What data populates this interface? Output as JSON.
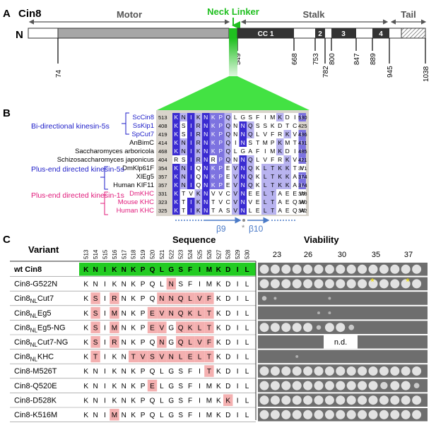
{
  "panelA": {
    "letter": "A",
    "title": "Cin8",
    "n_label": "N",
    "motor_label": "Motor",
    "neck_linker_label": "Neck Linker",
    "stalk_label": "Stalk",
    "tail_label": "Tail",
    "cc_labels": [
      "CC 1",
      "2",
      "3",
      "4"
    ],
    "positions": [
      "74",
      "549",
      "668",
      "753",
      "782",
      "800",
      "847",
      "889",
      "945",
      "1038"
    ],
    "colors": {
      "neck_linker": "#1fbf1f",
      "motor": "#a6a6a6",
      "cc": "#333333"
    }
  },
  "panelB": {
    "letter": "B",
    "groups": [
      {
        "label": "Bi-directional kinesin-5s",
        "color": "#1c1cc8"
      },
      {
        "label": "Plus-end directed kinesin-5s",
        "color": "#1c1cc8"
      },
      {
        "label": "Plus-end directed kinesin-1s",
        "color": "#e0197a"
      }
    ],
    "species": [
      {
        "name": "ScCin8",
        "start": "513",
        "seq": "KNIKNKPQLGSFIMKDIL",
        "end": "530",
        "color": "#1c1cc8"
      },
      {
        "name": "SsKip1",
        "start": "408",
        "seq": "KSIRNKPQNNQSSKDTC",
        "end": "425",
        "color": "#1c1cc8"
      },
      {
        "name": "SpCut7",
        "start": "419",
        "seq": "KSIRNKPQNNQLVFRKVL",
        "end": "436",
        "color": "#1c1cc8"
      },
      {
        "name": "AnBimC",
        "start": "414",
        "seq": "KNIRNKPQINSTMPKMTL",
        "end": "431",
        "color": "#000000"
      },
      {
        "name": "Saccharomyces arboricola",
        "start": "468",
        "seq": "KNIKNKPQLGAFIMKDIL",
        "end": "485",
        "color": "#000000"
      },
      {
        "name": "Schizosaccharomyces japonicus",
        "start": "404",
        "seq": "RSIRNRPQNNQLVFRKVL",
        "end": "421",
        "color": "#000000"
      },
      {
        "name": "DmKlp61F",
        "start": "354",
        "seq": "KNIQNKPEVNQKLTKKTV",
        "end": "371",
        "color": "#000000"
      },
      {
        "name": "XlEg5",
        "start": "357",
        "seq": "KNIQNKPEVNQKLTKKAL",
        "end": "374",
        "color": "#000000"
      },
      {
        "name": "Human KIF11",
        "start": "357",
        "seq": "KNIQNKPEVNQKLTKKAL",
        "end": "374",
        "color": "#000000"
      },
      {
        "name": "DmKHC",
        "start": "331",
        "seq": "KTVKNVVCVNEELTAEEW",
        "end": "378",
        "color": "#e0197a"
      },
      {
        "name": "Mouse KHC",
        "start": "323",
        "seq": "KTIKNTVCVNVELTAEQW",
        "end": "340",
        "color": "#e0197a"
      },
      {
        "name": "Human KHC",
        "start": "325",
        "seq": "KTIKNTASVNLELTAEQW",
        "end": "342",
        "color": "#e0197a"
      }
    ],
    "b9_label": "β9",
    "b10_label": "β10",
    "star_label": "*"
  },
  "panelC": {
    "letter": "C",
    "variant_header": "Variant",
    "sequence_header": "Sequence",
    "viability_header": "Viability",
    "positions": [
      "513",
      "514",
      "515",
      "516",
      "517",
      "518",
      "519",
      "520",
      "521",
      "522",
      "523",
      "524",
      "525",
      "526",
      "527",
      "528",
      "529",
      "530"
    ],
    "temps": [
      "23",
      "26",
      "30",
      "35",
      "37"
    ],
    "nd_label": "n.d.",
    "rows": [
      {
        "variant": "wt Cin8",
        "seq": "KNIKNKPQLGSFIMKDIL",
        "hl": []
      },
      {
        "variant": "Cin8-G522N",
        "seq": "KNIKNKPQLNSFIMKDIL",
        "hl": [
          9
        ]
      },
      {
        "variant": "Cin8NLCut7",
        "seq": "KSIRNKPQNNQLVFKDIL",
        "hl": [
          1,
          3,
          8,
          9,
          10,
          11,
          12,
          13
        ]
      },
      {
        "variant": "Cin8NLEg5",
        "seq": "KSIMNKPEVNQKLTKDIL",
        "hl": [
          1,
          3,
          7,
          8,
          9,
          10,
          11,
          12,
          13
        ]
      },
      {
        "variant": "Cin8NLEg5-NG",
        "seq": "KSIMNKPEVGQKLTKDIL",
        "hl": [
          1,
          3,
          7,
          8,
          10,
          11,
          12,
          13
        ]
      },
      {
        "variant": "Cin8NLCut7-NG",
        "seq": "KSIRNKPQNGQLVFKDIL",
        "hl": [
          1,
          3,
          8,
          10,
          11,
          12,
          13
        ]
      },
      {
        "variant": "Cin8NLKHC",
        "seq": "KTIKNTVSVNLELTKDIL",
        "hl": [
          1,
          5,
          6,
          7,
          8,
          9,
          10,
          11,
          12,
          13
        ]
      },
      {
        "variant": "Cin8-M526T",
        "seq": "KNIKNKPQLGSFITKDIL",
        "hl": [
          13
        ]
      },
      {
        "variant": "Cin8-Q520E",
        "seq": "KNIKNKPELGSFIMKDIL",
        "hl": [
          7
        ]
      },
      {
        "variant": "Cin8-D528K",
        "seq": "KNIKNKPQLGSFIMKKIL",
        "hl": [
          15
        ]
      },
      {
        "variant": "Cin8-K516M",
        "seq": "KNIMNKPQLGSFIMKDIL",
        "hl": [
          3
        ]
      }
    ],
    "colors": {
      "wt_row": "#22cc22",
      "highlight": "#f4b0b0"
    }
  }
}
